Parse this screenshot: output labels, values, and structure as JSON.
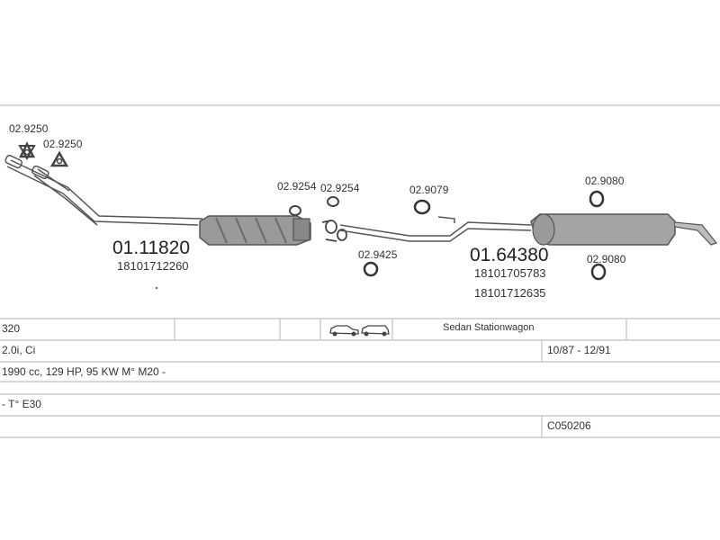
{
  "parts": {
    "clamp_1": "02.9250",
    "clamp_2": "02.9250",
    "gasket_1": "02.9254",
    "gasket_2": "02.9254",
    "clamp_3": "02.9079",
    "clamp_4": "02.9425",
    "clamp_5": "02.9080",
    "clamp_6": "02.9080",
    "front_pipe_code": "01.11820",
    "front_pipe_oem": "18101712260",
    "rear_section_code": "01.64380",
    "rear_section_oem_1": "18101705783",
    "rear_section_oem_2": "18101712635"
  },
  "info": {
    "model": "320",
    "body_types": "Sedan  Stationwagon",
    "engine": "2.0i, Ci",
    "years": "10/87 - 12/91",
    "specs": "1990 cc, 129 HP, 95 KW M° M20 -",
    "type": "- T° E30",
    "code": "C050206"
  },
  "colors": {
    "line": "#cccccc",
    "pipe": "#555555",
    "muffler": "#999999"
  }
}
